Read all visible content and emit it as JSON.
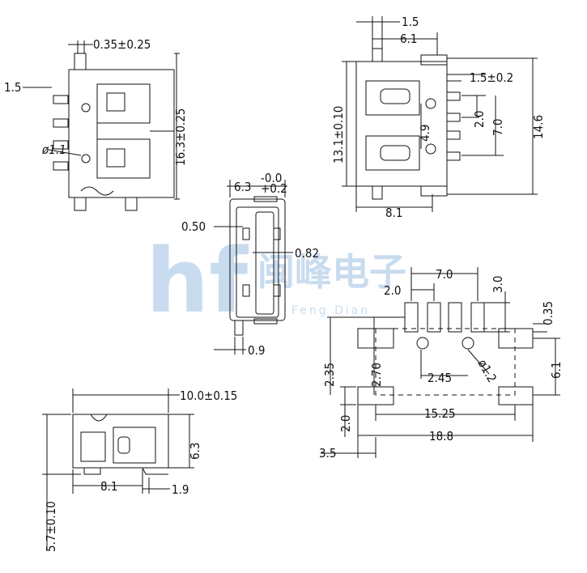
{
  "drawing": {
    "watermark": {
      "logo_text": "hf",
      "name_cn": "闽峰电子",
      "name_en": "Feng Dian"
    },
    "colors": {
      "line": "#111111",
      "watermark": "#c9dcef",
      "background": "#ffffff"
    },
    "views": {
      "top_view": {
        "dims": {
          "pin_width": "0.35±0.25",
          "pin_pitch": "1.5",
          "hole_diameter": "ø1.1",
          "body_length": "16.3±0.25"
        }
      },
      "bottom_view": {
        "dims": {
          "pitch_top": "1.5",
          "width_top": "6.1",
          "right_pitch": "1.5±0.2",
          "pin_span_a": "2.0",
          "pin_span_b": "7.0",
          "hole_spacing": "4.9",
          "height_left": "13.1±0.10",
          "height_total": "14.6",
          "width_bottom": "8.1"
        }
      },
      "end_view": {
        "dims": {
          "width": "6.3",
          "tol_upper": "-0.0",
          "tol_lower": "+0.2",
          "wall": "0.50",
          "contact": "0.82",
          "leg": "0.9"
        }
      },
      "side_view": {
        "dims": {
          "length": "10.0±0.15",
          "height": "6.3",
          "overall_height": "5.7±0.10",
          "depth": "8.1",
          "tail": "1.9"
        }
      },
      "pcb_layout": {
        "dims": {
          "pin_span": "7.0",
          "pin_pitch": "2.0",
          "pad_length": "3.0",
          "pad_width": "0.35",
          "row_offset_a": "2.35",
          "row_offset_b": "2.70",
          "hole_offset": "2.45",
          "hole_diameter": "ø1.2",
          "right_offset": "6.1",
          "inner_span": "15.25",
          "tab_height": "2.0",
          "outer_span": "18.8",
          "edge_offset": "3.5"
        }
      }
    }
  }
}
